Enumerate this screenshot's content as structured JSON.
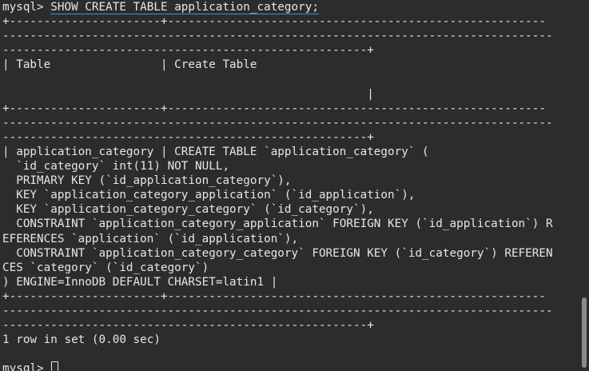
{
  "terminal": {
    "prompt_label": "mysql> ",
    "command": "SHOW CREATE TABLE application_category;",
    "output_lines": [
      "+----------------------+-------------------------------------------------------",
      "--------------------------------------------------------------------------------",
      "-----------------------------------------------------+",
      "| Table                | Create Table",
      "",
      "                                                     |",
      "+----------------------+-------------------------------------------------------",
      "--------------------------------------------------------------------------------",
      "-----------------------------------------------------+",
      "| application_category | CREATE TABLE `application_category` (",
      "  `id_category` int(11) NOT NULL,",
      "  PRIMARY KEY (`id_application_category`),",
      "  KEY `application_category_application` (`id_application`),",
      "  KEY `application_category_category` (`id_category`),",
      "  CONSTRAINT `application_category_application` FOREIGN KEY (`id_application`) R",
      "EFERENCES `application` (`id_application`),",
      "  CONSTRAINT `application_category_category` FOREIGN KEY (`id_category`) REFEREN",
      "CES `category` (`id_category`)",
      ") ENGINE=InnoDB DEFAULT CHARSET=latin1 |",
      "+----------------------+-------------------------------------------------------",
      "--------------------------------------------------------------------------------",
      "-----------------------------------------------------+",
      "1 row in set (0.00 sec)",
      ""
    ],
    "final_prompt": "mysql> "
  },
  "colors": {
    "background": "#2c2c2c",
    "foreground": "#e6e6e6",
    "command_underline": "#2f9ad8"
  }
}
